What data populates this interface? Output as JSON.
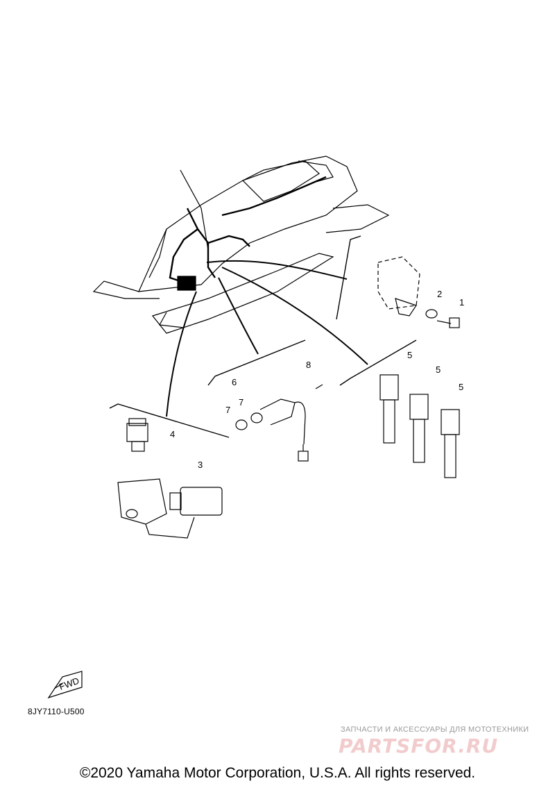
{
  "callouts": {
    "c1": "1",
    "c2": "2",
    "c3": "3",
    "c4": "4",
    "c5a": "5",
    "c5b": "5",
    "c5c": "5",
    "c6": "6",
    "c7a": "7",
    "c7b": "7",
    "c8": "8"
  },
  "fwd_label": "FWD",
  "drawing_code": "8JY7110-U500",
  "watermark": {
    "tagline": "ЗАПЧАСТИ И АКСЕССУАРЫ ДЛЯ МОТОТЕХНИКИ",
    "logo": "PARTSFOR.RU"
  },
  "copyright": "©2020 Yamaha Motor Corporation, U.S.A. All rights reserved."
}
